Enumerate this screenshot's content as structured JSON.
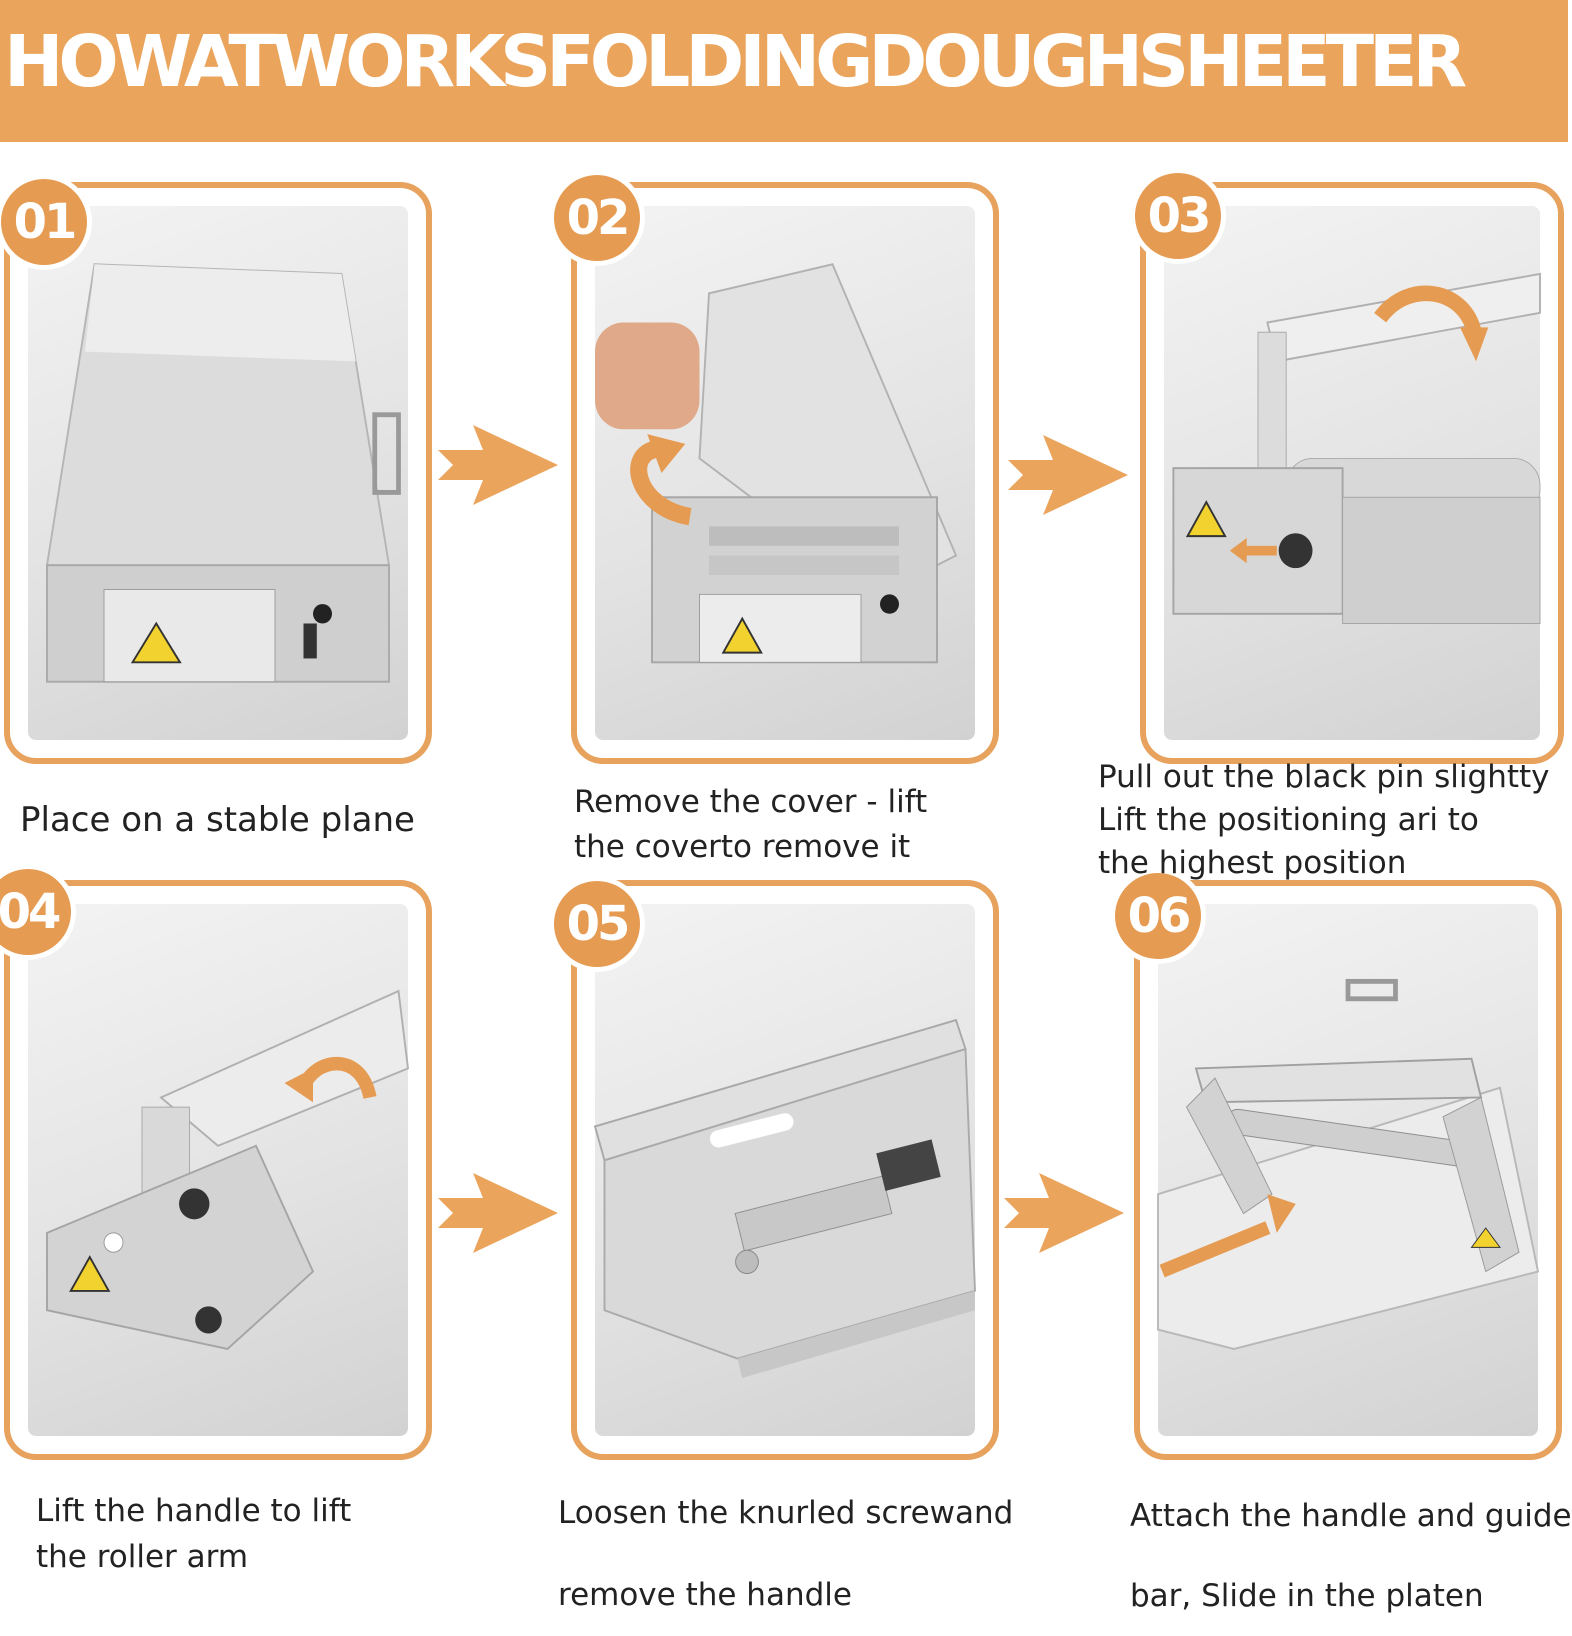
{
  "title": "HOWATWORKSFOLDINGDOUGHSHEETER",
  "colors": {
    "banner": "#eba45c",
    "accent": "#e69b52",
    "frame": "#e7a25d"
  },
  "steps": [
    {
      "number": "01",
      "lines": [
        "Place on a stable plane"
      ],
      "image": "closed-dough-sheeter-photo"
    },
    {
      "number": "02",
      "lines": [
        "Remove the cover - lift",
        "the coverto remove it"
      ],
      "image": "lifting-cover-photo"
    },
    {
      "number": "03",
      "lines": [
        "Pull out the black pin slightty",
        "Lift the positioning ari to",
        "the highest position"
      ],
      "image": "positioning-arm-photo"
    },
    {
      "number": "04",
      "lines": [
        "Lift the handle to lift",
        "the roller arm"
      ],
      "image": "roller-arm-photo"
    },
    {
      "number": "05",
      "lines": [
        "Loosen the knurled screwand",
        "remove the handle"
      ],
      "image": "knurled-screw-photo"
    },
    {
      "number": "06",
      "lines": [
        "Attach the handle and guide",
        "bar, Slide in the platen"
      ],
      "image": "assembled-sheeter-photo"
    }
  ],
  "icons": {
    "step_arrow": "right-chevron-arrow-icon",
    "motion_arrow": "curved-arrow-icon"
  }
}
